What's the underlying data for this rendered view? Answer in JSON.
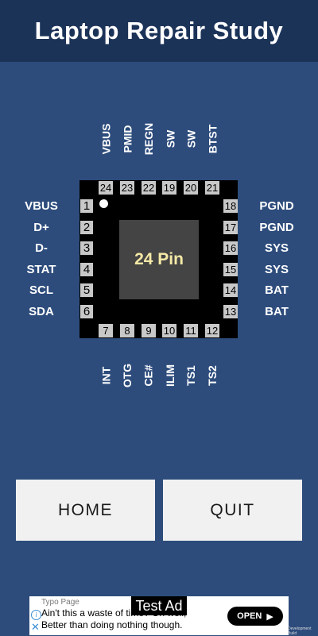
{
  "app": {
    "title": "Laptop Repair Study"
  },
  "chip": {
    "label": "24 Pin",
    "top_pins": [
      {
        "num": "24",
        "name": "VBUS"
      },
      {
        "num": "23",
        "name": "PMID"
      },
      {
        "num": "22",
        "name": "REGN"
      },
      {
        "num": "19",
        "name": "SW"
      },
      {
        "num": "20",
        "name": "SW"
      },
      {
        "num": "21",
        "name": "BTST"
      }
    ],
    "bottom_pins": [
      {
        "num": "7",
        "name": "INT"
      },
      {
        "num": "8",
        "name": "OTG"
      },
      {
        "num": "9",
        "name": "CE#"
      },
      {
        "num": "10",
        "name": "ILIM"
      },
      {
        "num": "11",
        "name": "TS1"
      },
      {
        "num": "12",
        "name": "TS2"
      }
    ],
    "left_pins": [
      {
        "num": "1",
        "name": "VBUS"
      },
      {
        "num": "2",
        "name": "D+"
      },
      {
        "num": "3",
        "name": "D-"
      },
      {
        "num": "4",
        "name": "STAT"
      },
      {
        "num": "5",
        "name": "SCL"
      },
      {
        "num": "6",
        "name": "SDA"
      }
    ],
    "right_pins": [
      {
        "num": "18",
        "name": "PGND"
      },
      {
        "num": "17",
        "name": "PGND"
      },
      {
        "num": "16",
        "name": "SYS"
      },
      {
        "num": "15",
        "name": "SYS"
      },
      {
        "num": "14",
        "name": "BAT"
      },
      {
        "num": "13",
        "name": "BAT"
      }
    ]
  },
  "buttons": {
    "home": "HOME",
    "quit": "QUIT"
  },
  "ad": {
    "badge": "Test Ad",
    "header": "Typo Page",
    "line1": "Ain't this a waste of time? Oh well,",
    "line2": "Better than doing nothing though.",
    "cta": "OPEN",
    "footer": "Development Build"
  }
}
